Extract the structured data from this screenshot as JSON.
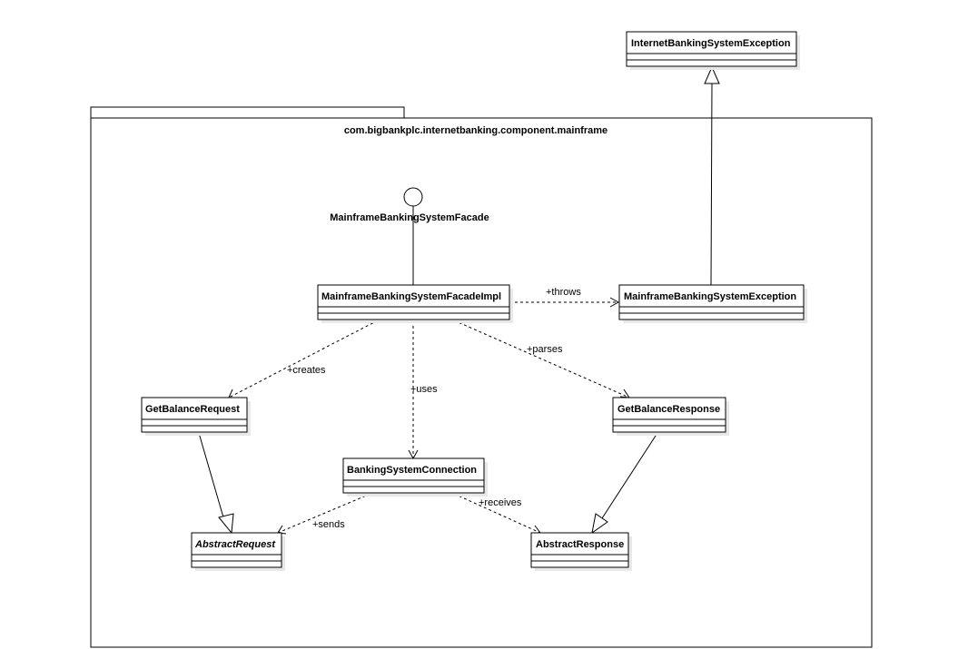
{
  "package": {
    "name": "com.bigbankplc.internetbanking.component.mainframe"
  },
  "interface": {
    "name": "MainframeBankingSystemFacade"
  },
  "classes": {
    "internet_banking_system_exception": "InternetBankingSystemException",
    "facade_impl": "MainframeBankingSystemFacadeImpl",
    "mainframe_exception": "MainframeBankingSystemException",
    "get_balance_request": "GetBalanceRequest",
    "get_balance_response": "GetBalanceResponse",
    "banking_system_connection": "BankingSystemConnection",
    "abstract_request": "AbstractRequest",
    "abstract_response": "AbstractResponse"
  },
  "relations": {
    "throws": "+throws",
    "creates": "+creates",
    "uses": "+uses",
    "parses": "+parses",
    "sends": "+sends",
    "receives": "+receives"
  }
}
